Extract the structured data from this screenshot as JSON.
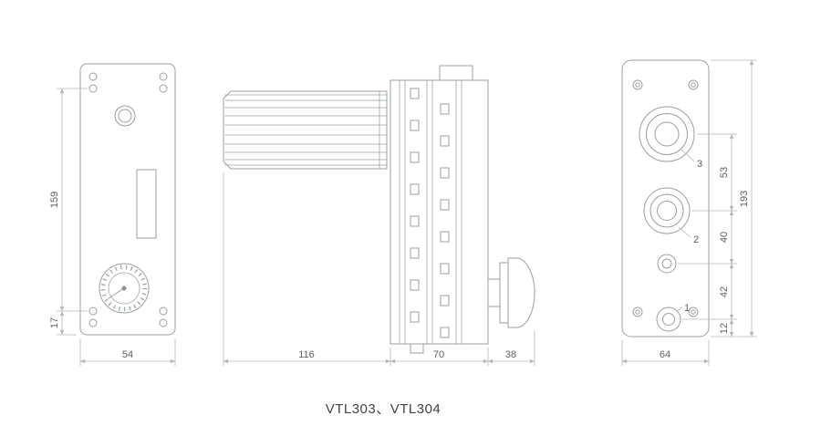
{
  "caption": "VTL303、VTL304",
  "front_view": {
    "dim_height": "159",
    "dim_bottom": "17",
    "dim_width": "54"
  },
  "side_view": {
    "dim_body": "116",
    "dim_manifold": "70",
    "dim_gauge": "38"
  },
  "rear_view": {
    "dim_port3_port2": "53",
    "dim_height": "193",
    "dim_port2_hole": "40",
    "dim_hole_port1": "42",
    "dim_port1_bottom": "12",
    "dim_width": "64",
    "label_port3": "3",
    "label_port2": "2",
    "label_port1": "1"
  },
  "colors": {
    "line": "#9aa0a4",
    "dimension": "#b2b7ba",
    "text": "#5c6165"
  }
}
